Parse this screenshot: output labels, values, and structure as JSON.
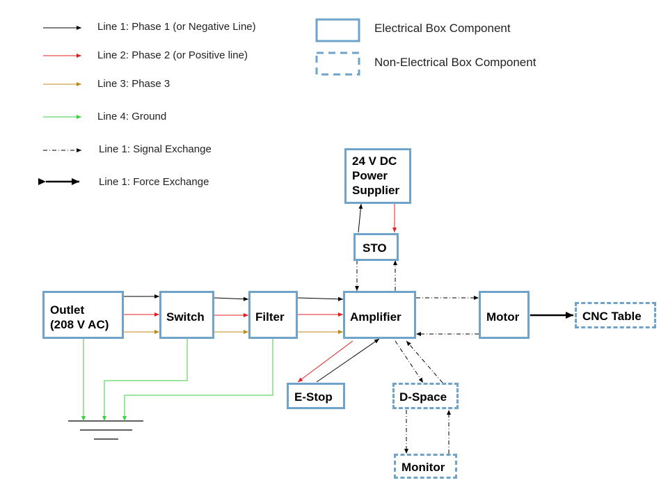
{
  "colors": {
    "box_border": "#6fa3c9",
    "phase1": "#000000",
    "phase2": "#e02020",
    "phase3": "#c08a1a",
    "ground": "#3ecf3e",
    "signal": "#000000",
    "force": "#000000"
  },
  "legend": {
    "lines": [
      {
        "style": "phase1",
        "label": "Line 1: Phase 1 (or Negative Line)"
      },
      {
        "style": "phase2",
        "label": "Line 2: Phase 2 (or Positive line)"
      },
      {
        "style": "phase3",
        "label": "Line 3: Phase 3"
      },
      {
        "style": "ground",
        "label": "Line 4: Ground"
      },
      {
        "style": "signal",
        "label": "Line 1: Signal Exchange"
      },
      {
        "style": "force",
        "label": "Line 1: Force Exchange"
      }
    ],
    "boxes": [
      {
        "style": "solid",
        "label": "Electrical Box Component"
      },
      {
        "style": "dashed",
        "label": "Non-Electrical Box Component"
      }
    ]
  },
  "nodes": {
    "power_supplier": {
      "label": "24 V DC\nPower\nSupplier",
      "type": "electrical"
    },
    "sto": {
      "label": "STO",
      "type": "electrical"
    },
    "outlet": {
      "label": "Outlet\n(208 V AC)",
      "type": "electrical"
    },
    "switch": {
      "label": "Switch",
      "type": "electrical"
    },
    "filter": {
      "label": "Filter",
      "type": "electrical"
    },
    "amplifier": {
      "label": "Amplifier",
      "type": "electrical"
    },
    "motor": {
      "label": "Motor",
      "type": "electrical"
    },
    "cnc_table": {
      "label": "CNC Table",
      "type": "non-electrical"
    },
    "estop": {
      "label": "E-Stop",
      "type": "electrical"
    },
    "dspace": {
      "label": "D-Space",
      "type": "non-electrical"
    },
    "monitor": {
      "label": "Monitor",
      "type": "non-electrical"
    }
  }
}
